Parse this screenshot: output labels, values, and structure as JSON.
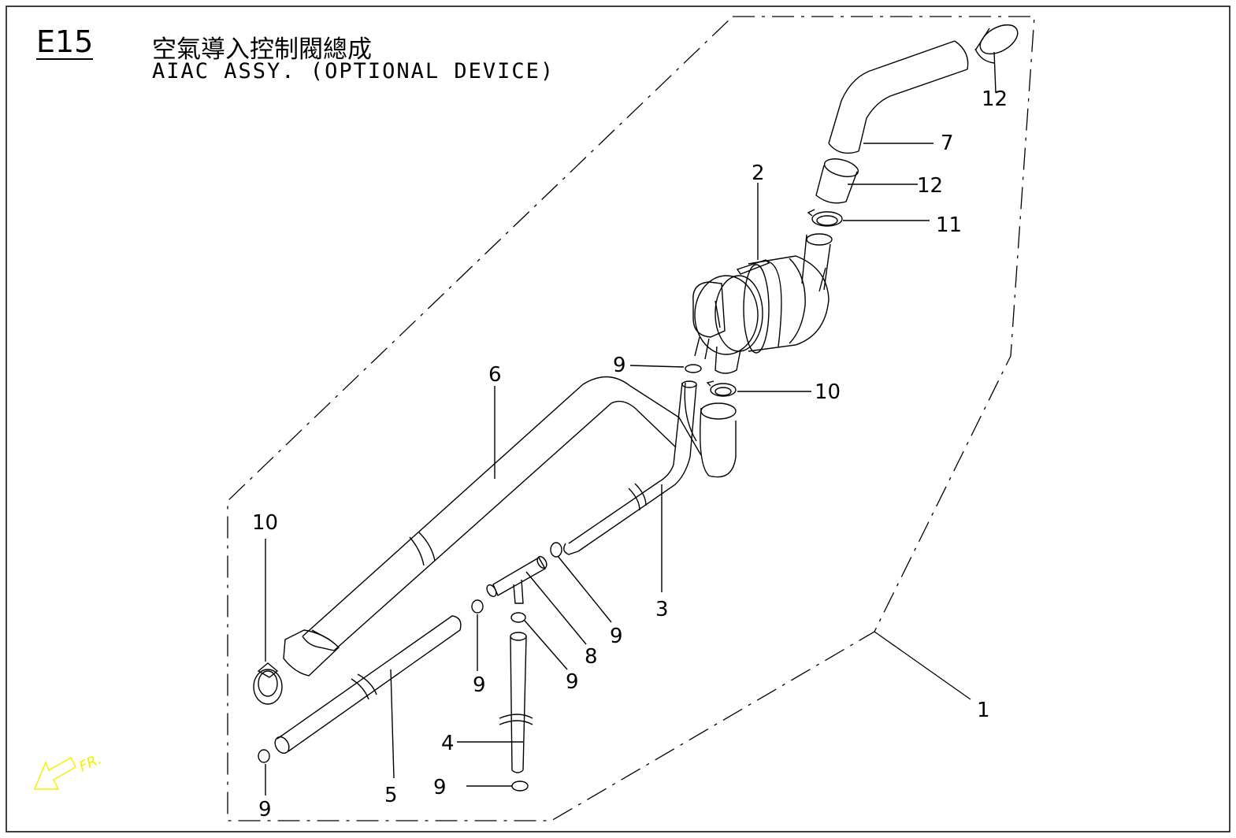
{
  "header": {
    "code": "E15",
    "title_cn": "空氣導入控制閥總成",
    "title_en": "AIAC ASSY. (OPTIONAL DEVICE)"
  },
  "direction_label": "FR.",
  "callouts": [
    {
      "id": "c1",
      "text": "1"
    },
    {
      "id": "c2",
      "text": "2"
    },
    {
      "id": "c3",
      "text": "3"
    },
    {
      "id": "c4",
      "text": "4"
    },
    {
      "id": "c5",
      "text": "5"
    },
    {
      "id": "c6",
      "text": "6"
    },
    {
      "id": "c7",
      "text": "7"
    },
    {
      "id": "c8",
      "text": "8"
    },
    {
      "id": "c9a",
      "text": "9"
    },
    {
      "id": "c9b",
      "text": "9"
    },
    {
      "id": "c9c",
      "text": "9"
    },
    {
      "id": "c9d",
      "text": "9"
    },
    {
      "id": "c9e",
      "text": "9"
    },
    {
      "id": "c9f",
      "text": "9"
    },
    {
      "id": "c10a",
      "text": "10"
    },
    {
      "id": "c10b",
      "text": "10"
    },
    {
      "id": "c11",
      "text": "11"
    },
    {
      "id": "c12a",
      "text": "12"
    },
    {
      "id": "c12b",
      "text": "12"
    }
  ],
  "colors": {
    "line": "#000000",
    "direction_arrow": "#f2f200",
    "background": "#ffffff"
  }
}
